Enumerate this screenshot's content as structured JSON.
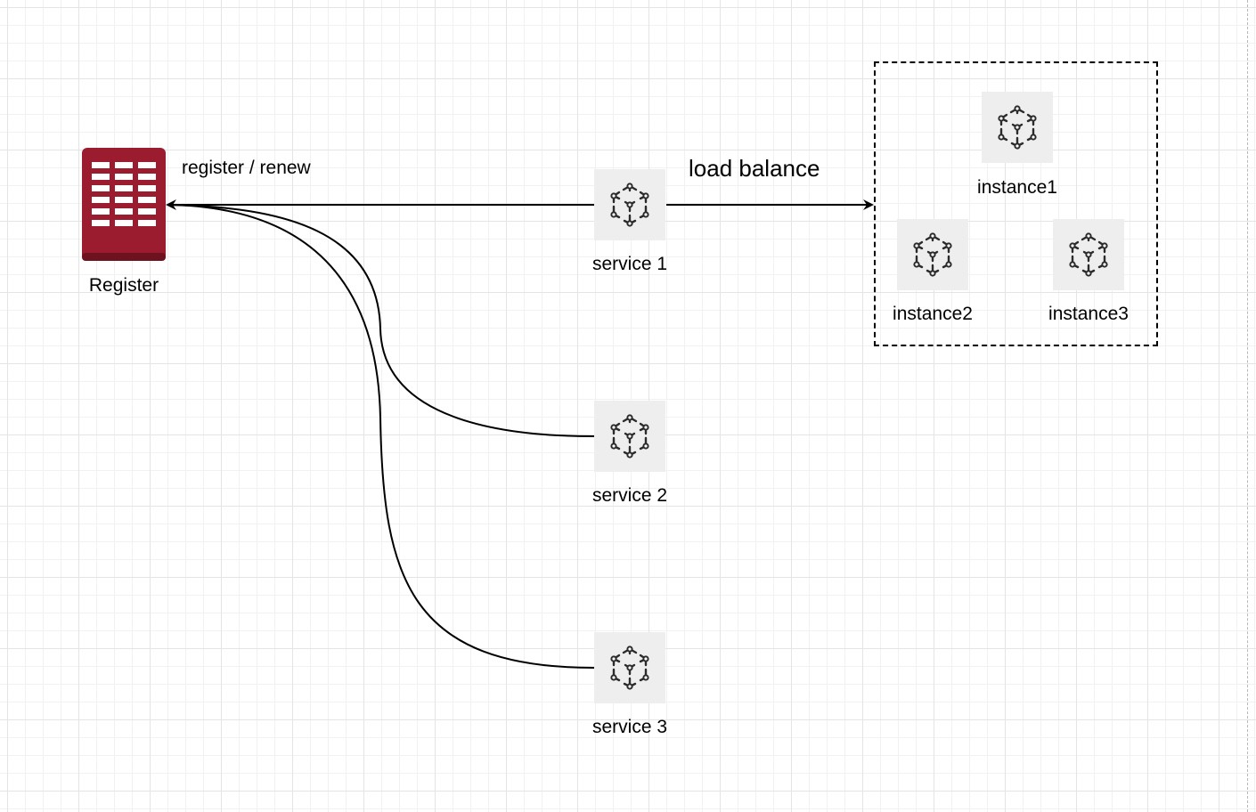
{
  "diagram": {
    "registry": {
      "label": "Register",
      "color": "#9b1c2e",
      "icon": "database-table-icon"
    },
    "edge_labels": {
      "register_renew": "register / renew",
      "load_balance": "load balance"
    },
    "services": [
      {
        "label": "service 1",
        "icon": "cube-icon"
      },
      {
        "label": "service 2",
        "icon": "cube-icon"
      },
      {
        "label": "service 3",
        "icon": "cube-icon"
      }
    ],
    "instances": [
      {
        "label": "instance1",
        "icon": "cube-icon"
      },
      {
        "label": "instance2",
        "icon": "cube-icon"
      },
      {
        "label": "instance3",
        "icon": "cube-icon"
      }
    ]
  }
}
